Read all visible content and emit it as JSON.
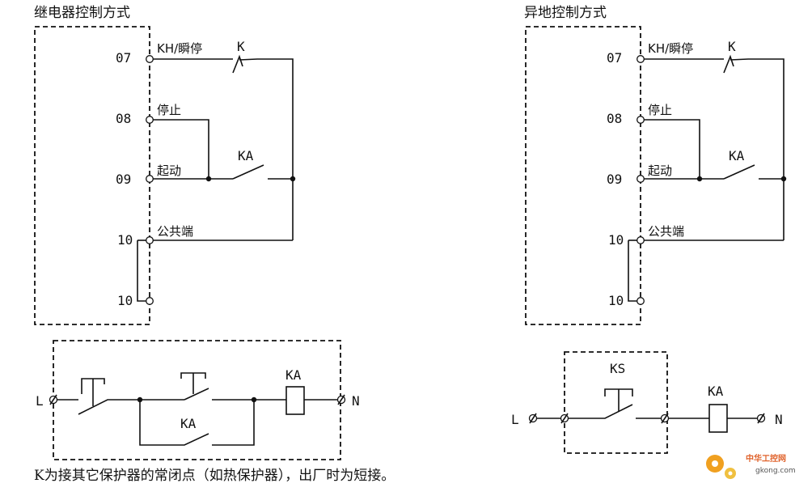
{
  "left_panel": {
    "title": "继电器控制方式",
    "terminals": {
      "t07": "07",
      "t08": "08",
      "t09": "09",
      "t10a": "10",
      "t10b": "10"
    },
    "labels": {
      "kh_stop": "KH/瞬停",
      "stop": "停止",
      "start": "起动",
      "common": "公共端"
    },
    "contacts": {
      "k": "K",
      "ka": "KA"
    }
  },
  "right_panel": {
    "title": "异地控制方式",
    "terminals": {
      "t07": "07",
      "t08": "08",
      "t09": "09",
      "t10a": "10",
      "t10b": "10"
    },
    "labels": {
      "kh_stop": "KH/瞬停",
      "stop": "停止",
      "start": "起动",
      "common": "公共端"
    },
    "contacts": {
      "k": "K",
      "ka": "KA"
    }
  },
  "left_circuit": {
    "l": "L",
    "n": "N",
    "ka_contact": "KA",
    "ka_coil": "KA"
  },
  "right_circuit": {
    "l": "L",
    "n": "N",
    "ks": "KS",
    "ka_coil": "KA"
  },
  "note": "K为接其它保护器的常闭点（如热保护器），出厂时为短接。",
  "watermark": {
    "cn": "中华工控网",
    "en": "gkong.com"
  },
  "colors": {
    "module_fill": "#d4d4d4",
    "line": "#111111",
    "logo_accent": "#f0a020"
  }
}
